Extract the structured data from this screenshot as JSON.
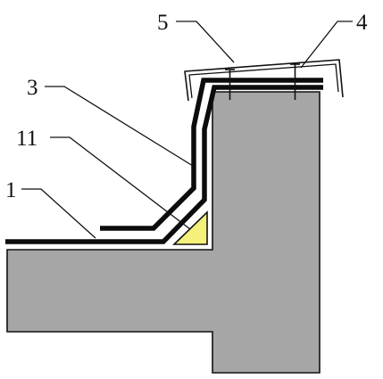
{
  "diagram": {
    "callouts": [
      {
        "id": "label-5",
        "text": "5"
      },
      {
        "id": "label-4",
        "text": "4"
      },
      {
        "id": "label-3",
        "text": "3"
      },
      {
        "id": "label-11",
        "text": "11"
      },
      {
        "id": "label-1",
        "text": "1"
      }
    ],
    "colors": {
      "concrete": "#a6a6a6",
      "outline": "#111111",
      "membrane": "#0c0c0c",
      "fillet": "#f5f07a",
      "background": "#ffffff"
    }
  }
}
